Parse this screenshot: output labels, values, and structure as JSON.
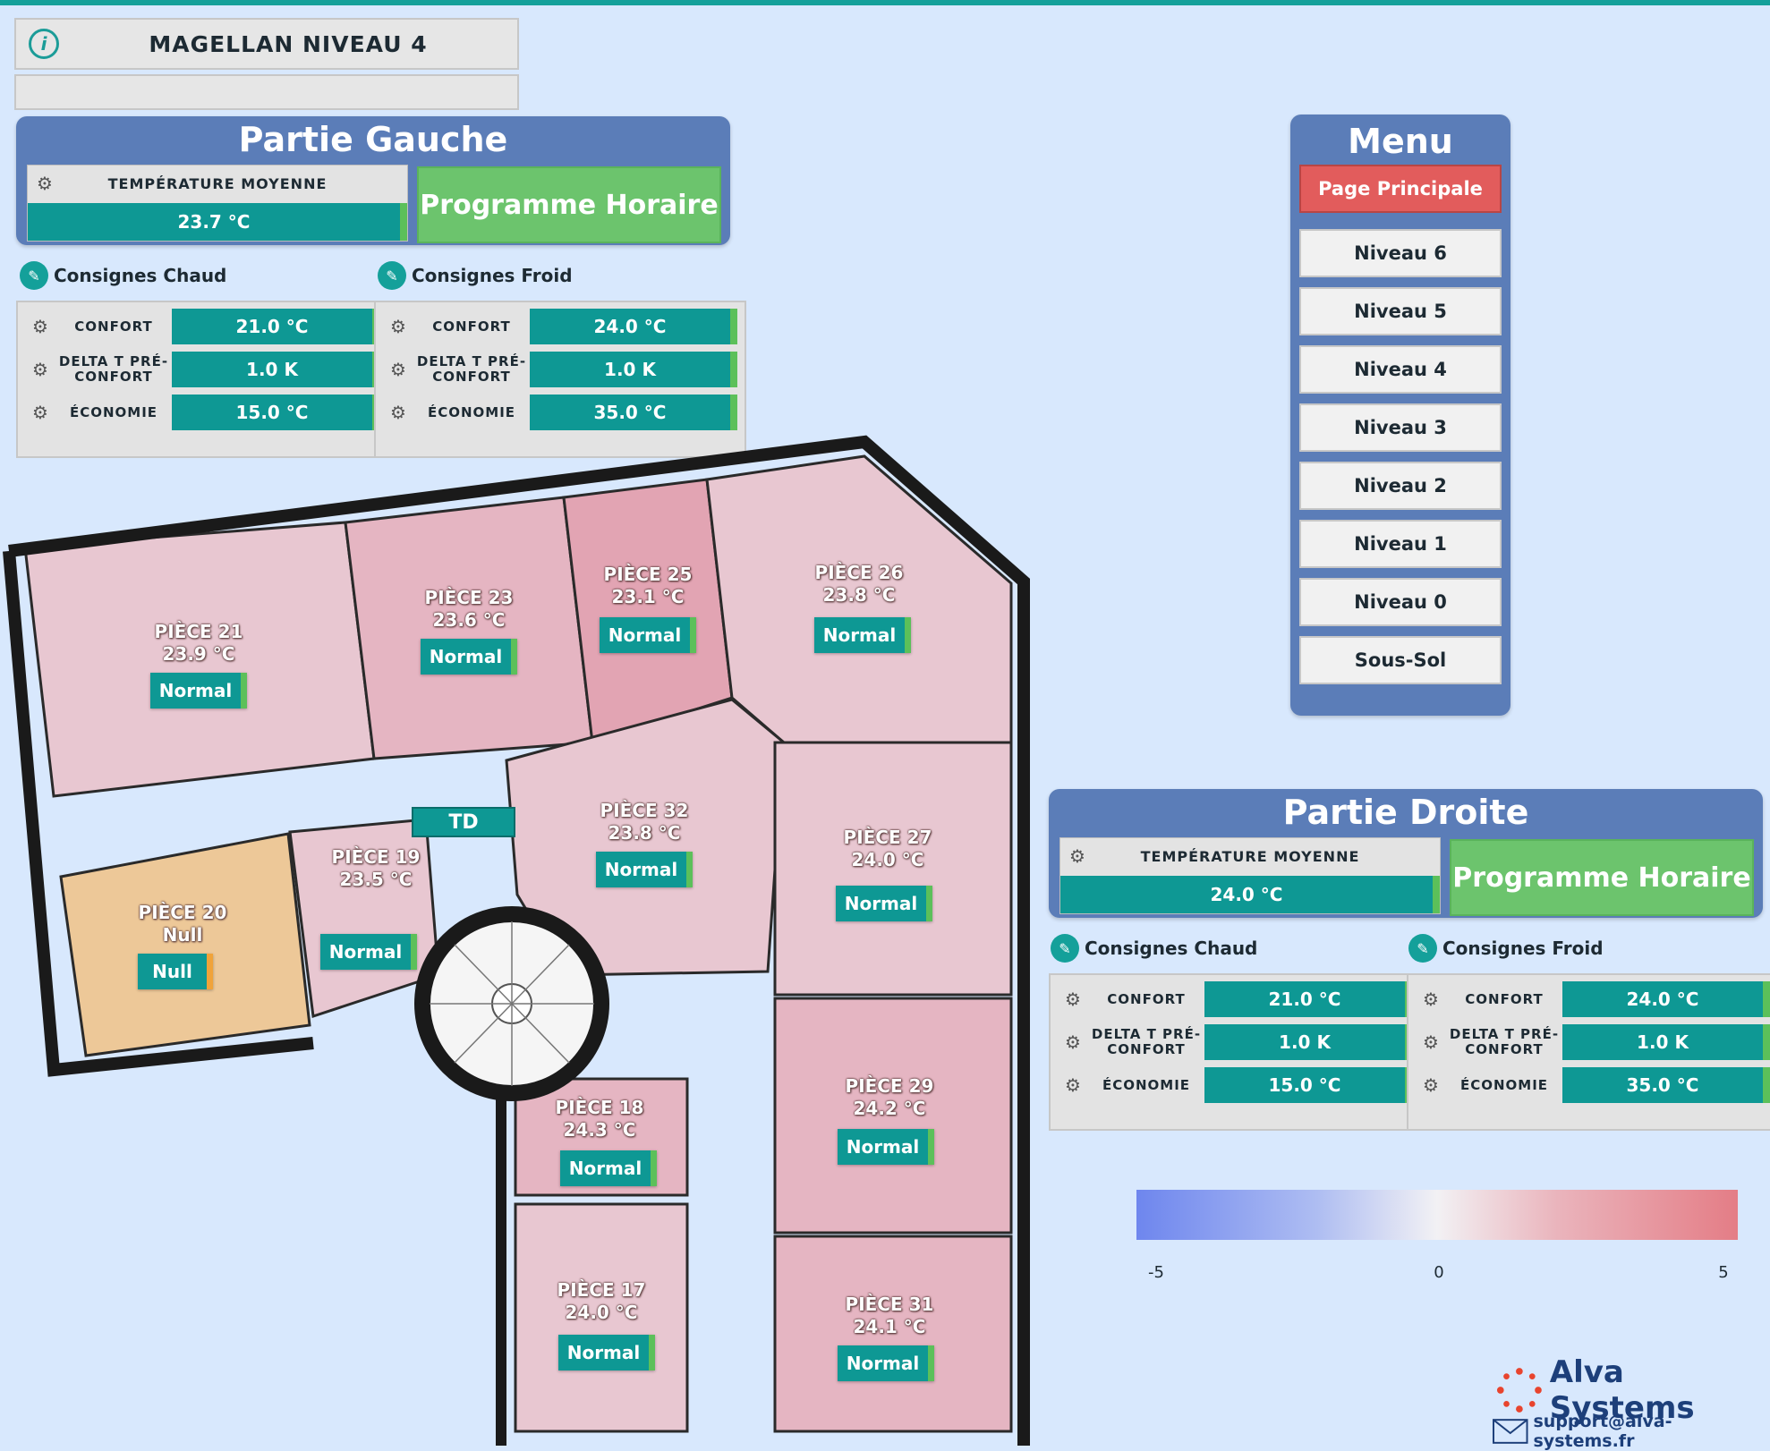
{
  "header": {
    "title": "MAGELLAN NIVEAU 4",
    "info_icon": "info-icon",
    "subtitle": ""
  },
  "left": {
    "title": "Partie Gauche",
    "avg_label": "TEMPÉRATURE MOYENNE",
    "avg_value": "23.7 °C",
    "program_button": "Programme Horaire",
    "chaud_title": "Consignes Chaud",
    "froid_title": "Consignes Froid",
    "chaud": [
      {
        "label": "CONFORT",
        "value": "21.0 °C"
      },
      {
        "label": "DELTA T PRÉ-CONFORT",
        "value": "1.0 K"
      },
      {
        "label": "ÉCONOMIE",
        "value": "15.0 °C"
      }
    ],
    "froid": [
      {
        "label": "CONFORT",
        "value": "24.0 °C"
      },
      {
        "label": "DELTA T PRÉ-CONFORT",
        "value": "1.0 K"
      },
      {
        "label": "ÉCONOMIE",
        "value": "35.0 °C"
      }
    ]
  },
  "right": {
    "title": "Partie Droite",
    "avg_label": "TEMPÉRATURE MOYENNE",
    "avg_value": "24.0 °C",
    "program_button": "Programme Horaire",
    "chaud_title": "Consignes Chaud",
    "froid_title": "Consignes Froid",
    "chaud": [
      {
        "label": "CONFORT",
        "value": "21.0 °C"
      },
      {
        "label": "DELTA T PRÉ-CONFORT",
        "value": "1.0 K"
      },
      {
        "label": "ÉCONOMIE",
        "value": "15.0 °C"
      }
    ],
    "froid": [
      {
        "label": "CONFORT",
        "value": "24.0 °C"
      },
      {
        "label": "DELTA T PRÉ-CONFORT",
        "value": "1.0 K"
      },
      {
        "label": "ÉCONOMIE",
        "value": "35.0 °C"
      }
    ]
  },
  "menu": {
    "title": "Menu",
    "items": [
      "Page Principale",
      "Niveau 6",
      "Niveau 5",
      "Niveau 4",
      "Niveau 3",
      "Niveau 2",
      "Niveau 1",
      "Niveau 0",
      "Sous-Sol"
    ]
  },
  "rooms": [
    {
      "name": "PIÈCE 21",
      "temp": "23.9 °C",
      "status": "Normal"
    },
    {
      "name": "PIÈCE 23",
      "temp": "23.6 °C",
      "status": "Normal"
    },
    {
      "name": "PIÈCE 25",
      "temp": "23.1 °C",
      "status": "Normal"
    },
    {
      "name": "PIÈCE 26",
      "temp": "23.8 °C",
      "status": "Normal"
    },
    {
      "name": "PIÈCE 32",
      "temp": "23.8 °C",
      "status": "Normal"
    },
    {
      "name": "PIÈCE 19",
      "temp": "23.5 °C",
      "status": "Normal"
    },
    {
      "name": "PIÈCE 20",
      "temp": "Null",
      "status": "Null"
    },
    {
      "name": "PIÈCE 27",
      "temp": "24.0 °C",
      "status": "Normal"
    },
    {
      "name": "PIÈCE 29",
      "temp": "24.2 °C",
      "status": "Normal"
    },
    {
      "name": "PIÈCE 18",
      "temp": "24.3 °C",
      "status": "Normal"
    },
    {
      "name": "PIÈCE 17",
      "temp": "24.0 °C",
      "status": "Normal"
    },
    {
      "name": "PIÈCE 31",
      "temp": "24.1 °C",
      "status": "Normal"
    }
  ],
  "td_label": "TD",
  "legend": {
    "min": "-5",
    "mid": "0",
    "max": "5"
  },
  "brand": {
    "name": "Alva Systems",
    "email": "support@alva-systems.fr"
  },
  "colors": {
    "accent": "#0e9894",
    "green": "#6cc46d",
    "panel": "#5b7db8",
    "menu_active": "#e25c5c"
  }
}
